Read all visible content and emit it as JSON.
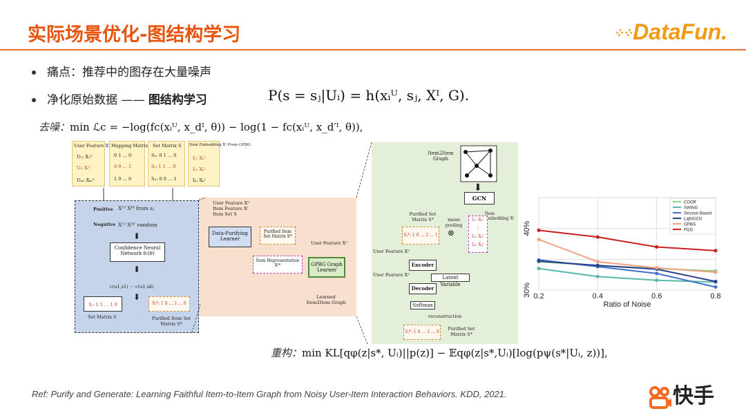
{
  "slide": {
    "title": "实际场景优化-图结构学习",
    "logo_text": "DataFun.",
    "bullets": [
      {
        "text": "痛点：推荐中的图存在大量噪声"
      },
      {
        "text": "净化原始数据 —— ",
        "bold": "图结构学习"
      }
    ],
    "formula_main": "P(s = sⱼ|Uᵢ) = h(xᵢᵁ, sⱼ, Xᴵ, G).",
    "denoise_label": "去噪：",
    "denoise_formula": "min ℒc = −log(fc(xᵢᵁ, x_dᴵ, θ)) − log(1 − fc(xᵢᵁ, x_d′ᴵ, θ)),",
    "recon_label": "重构：",
    "recon_formula": "min KL[qφ(z|s*, Uᵢ)||p(z)] − 𝔼qφ(z|s*,Uᵢ)[log(pψ(s*|Uᵢ, z))],",
    "reference": "Ref: Purify and Generate: Learning Faithful Item-to-Item Graph from Noisy User-Item Interaction Behaviors. KDD, 2021.",
    "brand": "快手"
  },
  "diagram": {
    "top_headers": [
      "User Feature Xᵁ",
      "Mapping Matrix A",
      "Set Matrix S",
      "Item Embedding Xᴵ From GPBG"
    ],
    "positive_label": "Positive",
    "positive_text": "Xᵁⁱ Xᴵᵈ from sⱼ",
    "negative_label": "Negative",
    "negative_text": "Xᵁⁱ Xᴵᵈ′ random",
    "classifier_label": "Confidence Neural Network fc(θ)",
    "c_row": "c(u1,s1) ··· c(u1,sd)",
    "set_matrix_label": "Set Matrix S",
    "purified_item_label": "Purified Item Set Matrix S*",
    "peach_header": "User Feature Xᵁ Item Feature Xᴵ Item Set S",
    "data_purifying": "Data-Purifying Learner",
    "purified_item_set": "Purified Item Set Matrix S*",
    "item_repr": "Item Representation Xᴵ*",
    "gpbg": "GPBG Graph Learner",
    "learned_graph": "Learned Item2Item Graph",
    "user_feature": "User Feature Xᵁ",
    "item2item_graph": "Item2Item Graph",
    "gcn": "GCN",
    "item_embedding": "Item Embedding Xᴵ",
    "mean_pooling": "mean pooling",
    "purified_set": "Purified Set Matrix S*",
    "encoder": "Encoder",
    "latent": "Latent Variable",
    "decoder": "Decoder",
    "softmax": "Softmax",
    "reconstruction": "reconstruction",
    "purified_set_bottom": "Purified Set Matrix S*"
  },
  "chart_data": {
    "type": "line",
    "title": "",
    "xlabel": "Ratio of Noise",
    "ylabel": "",
    "x": [
      0.2,
      0.4,
      0.6,
      0.8
    ],
    "xlim": [
      0.2,
      0.8
    ],
    "ylim": [
      30,
      45
    ],
    "ytick_labels": [
      "30%",
      "40%"
    ],
    "xtick_labels": [
      "0.2",
      "0.4",
      "0.6",
      "0.8"
    ],
    "grid": true,
    "legend": "top-right",
    "series": [
      {
        "name": "COOR",
        "color": "#7fd67f",
        "values": [
          34.6,
          34.0,
          33.5,
          33.1
        ]
      },
      {
        "name": "SWING",
        "color": "#56b8a8",
        "values": [
          33.5,
          32.2,
          31.6,
          31.3
        ]
      },
      {
        "name": "Session Based",
        "color": "#3e72c4",
        "values": [
          34.9,
          33.8,
          32.7,
          30.5
        ]
      },
      {
        "name": "LightGCN",
        "color": "#2b3f8f",
        "values": [
          34.7,
          34.0,
          33.4,
          31.4
        ]
      },
      {
        "name": "GPBG",
        "color": "#f0a080",
        "values": [
          38.2,
          34.6,
          33.6,
          32.9
        ]
      },
      {
        "name": "PGG",
        "color": "#c81e1e",
        "values": [
          39.7,
          38.6,
          37.0,
          36.4
        ]
      }
    ]
  }
}
